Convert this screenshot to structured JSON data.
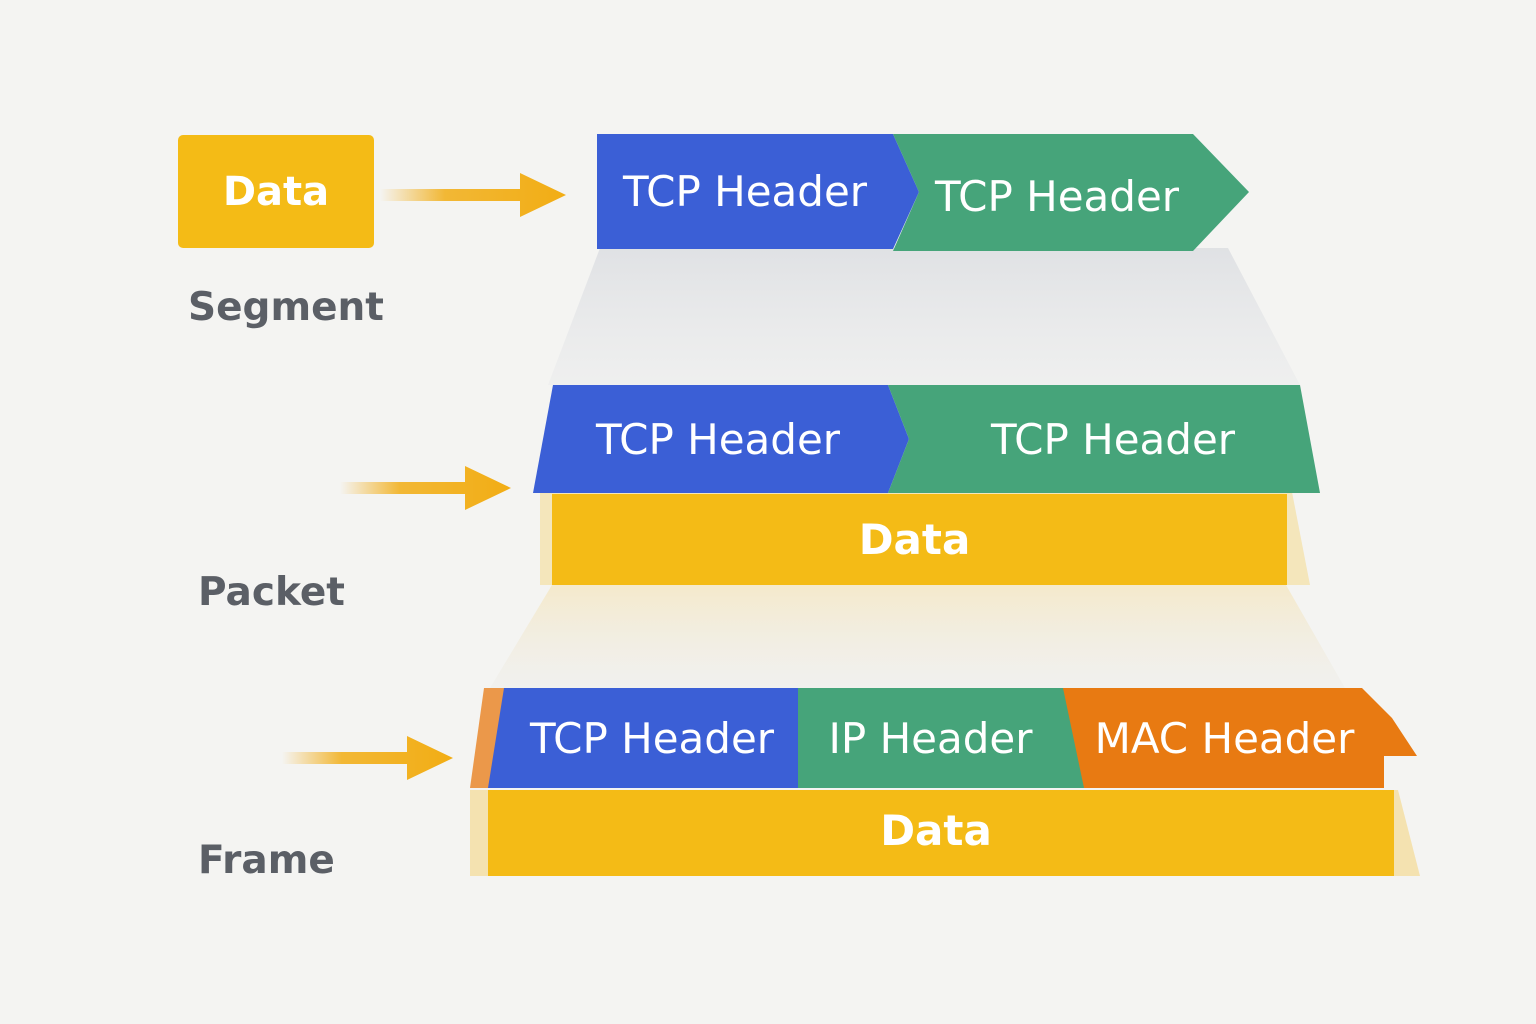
{
  "colors": {
    "background": "#f4f4f2",
    "blue": "#3b5fd6",
    "green": "#46a47a",
    "yellow": "#f4bb16",
    "orange": "#e87a12",
    "arrow": "#f2ad14",
    "label": "#5b5f66",
    "funnel": "#d3d6dc"
  },
  "data_chip": {
    "label": "Data"
  },
  "stages": {
    "segment": {
      "label": "Segment",
      "headers": [
        "TCP Header",
        "TCP Header"
      ]
    },
    "packet": {
      "label": "Packet",
      "headers": [
        "TCP Header",
        "TCP Header"
      ],
      "data_label": "Data"
    },
    "frame": {
      "label": "Frame",
      "headers": [
        "TCP Header",
        "IP Header",
        "MAC Header"
      ],
      "data_label": "Data"
    }
  }
}
